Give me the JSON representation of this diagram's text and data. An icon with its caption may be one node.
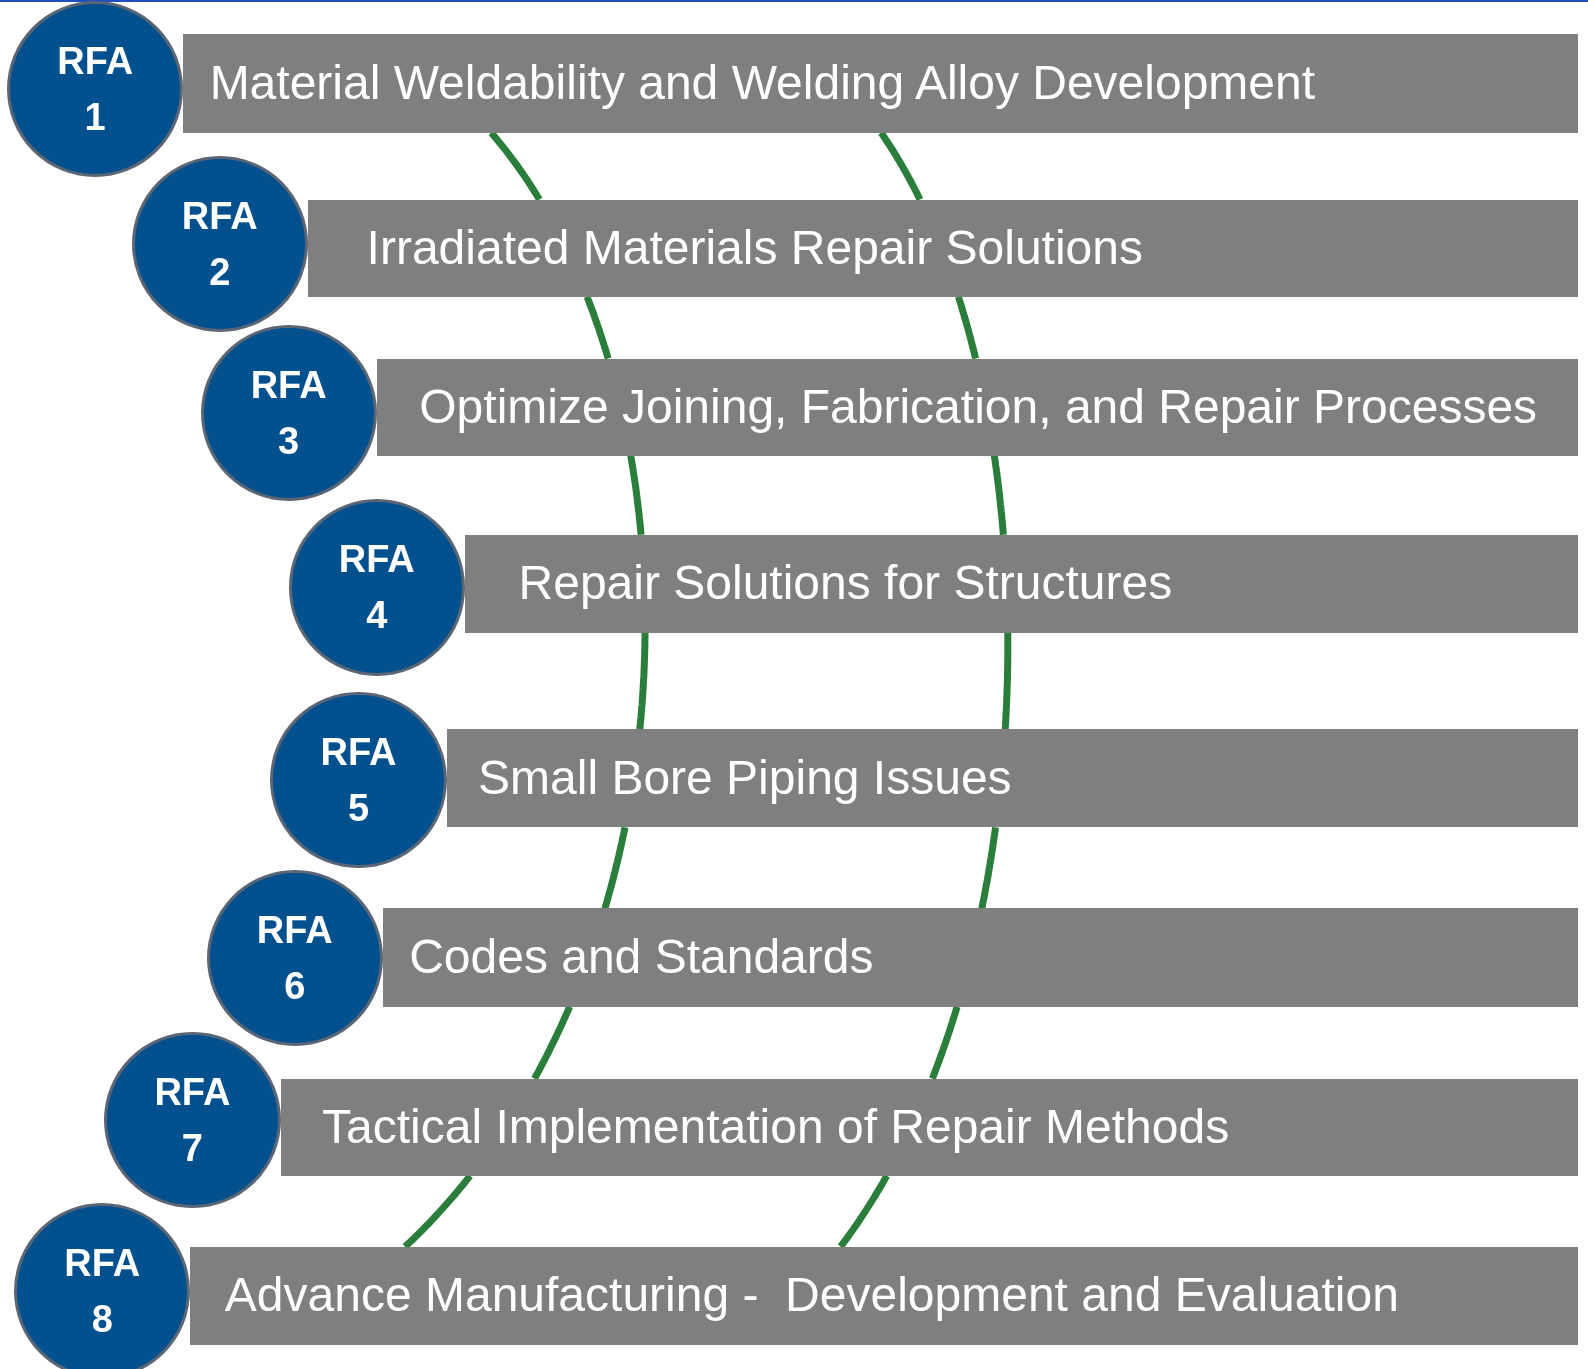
{
  "diagram": {
    "nodes": [
      {
        "text": [
          "RFA 1"
        ]
      },
      {
        "text": [
          "Material Weldability and Welding Alloy Development"
        ]
      },
      {
        "text": [
          "RFA 2"
        ]
      },
      {
        "text": [
          "Irradiated Materials Repair Solutions"
        ]
      },
      {
        "text": [
          "RFA 3"
        ]
      },
      {
        "text": [
          "Optimize Joining, Fabrication, and Repair Processes"
        ]
      },
      {
        "text": [
          "RFA 4"
        ]
      },
      {
        "text": [
          "Repair Solutions for Structures"
        ]
      },
      {
        "text": [
          "RFA 5"
        ]
      },
      {
        "text": [
          "Small Bore Piping Issues"
        ]
      },
      {
        "text": [
          "RFA 6"
        ]
      },
      {
        "text": [
          "Codes and Standards"
        ]
      },
      {
        "text": [
          "RFA 7"
        ]
      },
      {
        "text": [
          "Tactical Implementation of Repair Methods"
        ]
      },
      {
        "text": [
          "RFA 8"
        ]
      },
      {
        "text": [
          "Advance Manufacturing -  Development and Evaluation"
        ]
      }
    ],
    "edges": [
      {
        "from": 1,
        "to": 3,
        "arrow": "none"
      },
      {
        "from": 3,
        "to": 5,
        "arrow": "none"
      },
      {
        "from": 5,
        "to": 7,
        "arrow": "none"
      },
      {
        "from": 7,
        "to": 9,
        "arrow": "none"
      },
      {
        "from": 9,
        "to": 11,
        "arrow": "none"
      },
      {
        "from": 11,
        "to": 13,
        "arrow": "none"
      },
      {
        "from": 13,
        "to": 15,
        "arrow": "none"
      },
      {
        "from": 1,
        "to": 3,
        "arrow": "none"
      },
      {
        "from": 3,
        "to": 5,
        "arrow": "none"
      },
      {
        "from": 5,
        "to": 7,
        "arrow": "none"
      },
      {
        "from": 7,
        "to": 9,
        "arrow": "none"
      },
      {
        "from": 9,
        "to": 11,
        "arrow": "none"
      },
      {
        "from": 11,
        "to": 13,
        "arrow": "none"
      },
      {
        "from": 13,
        "to": 15,
        "arrow": "none"
      }
    ]
  }
}
